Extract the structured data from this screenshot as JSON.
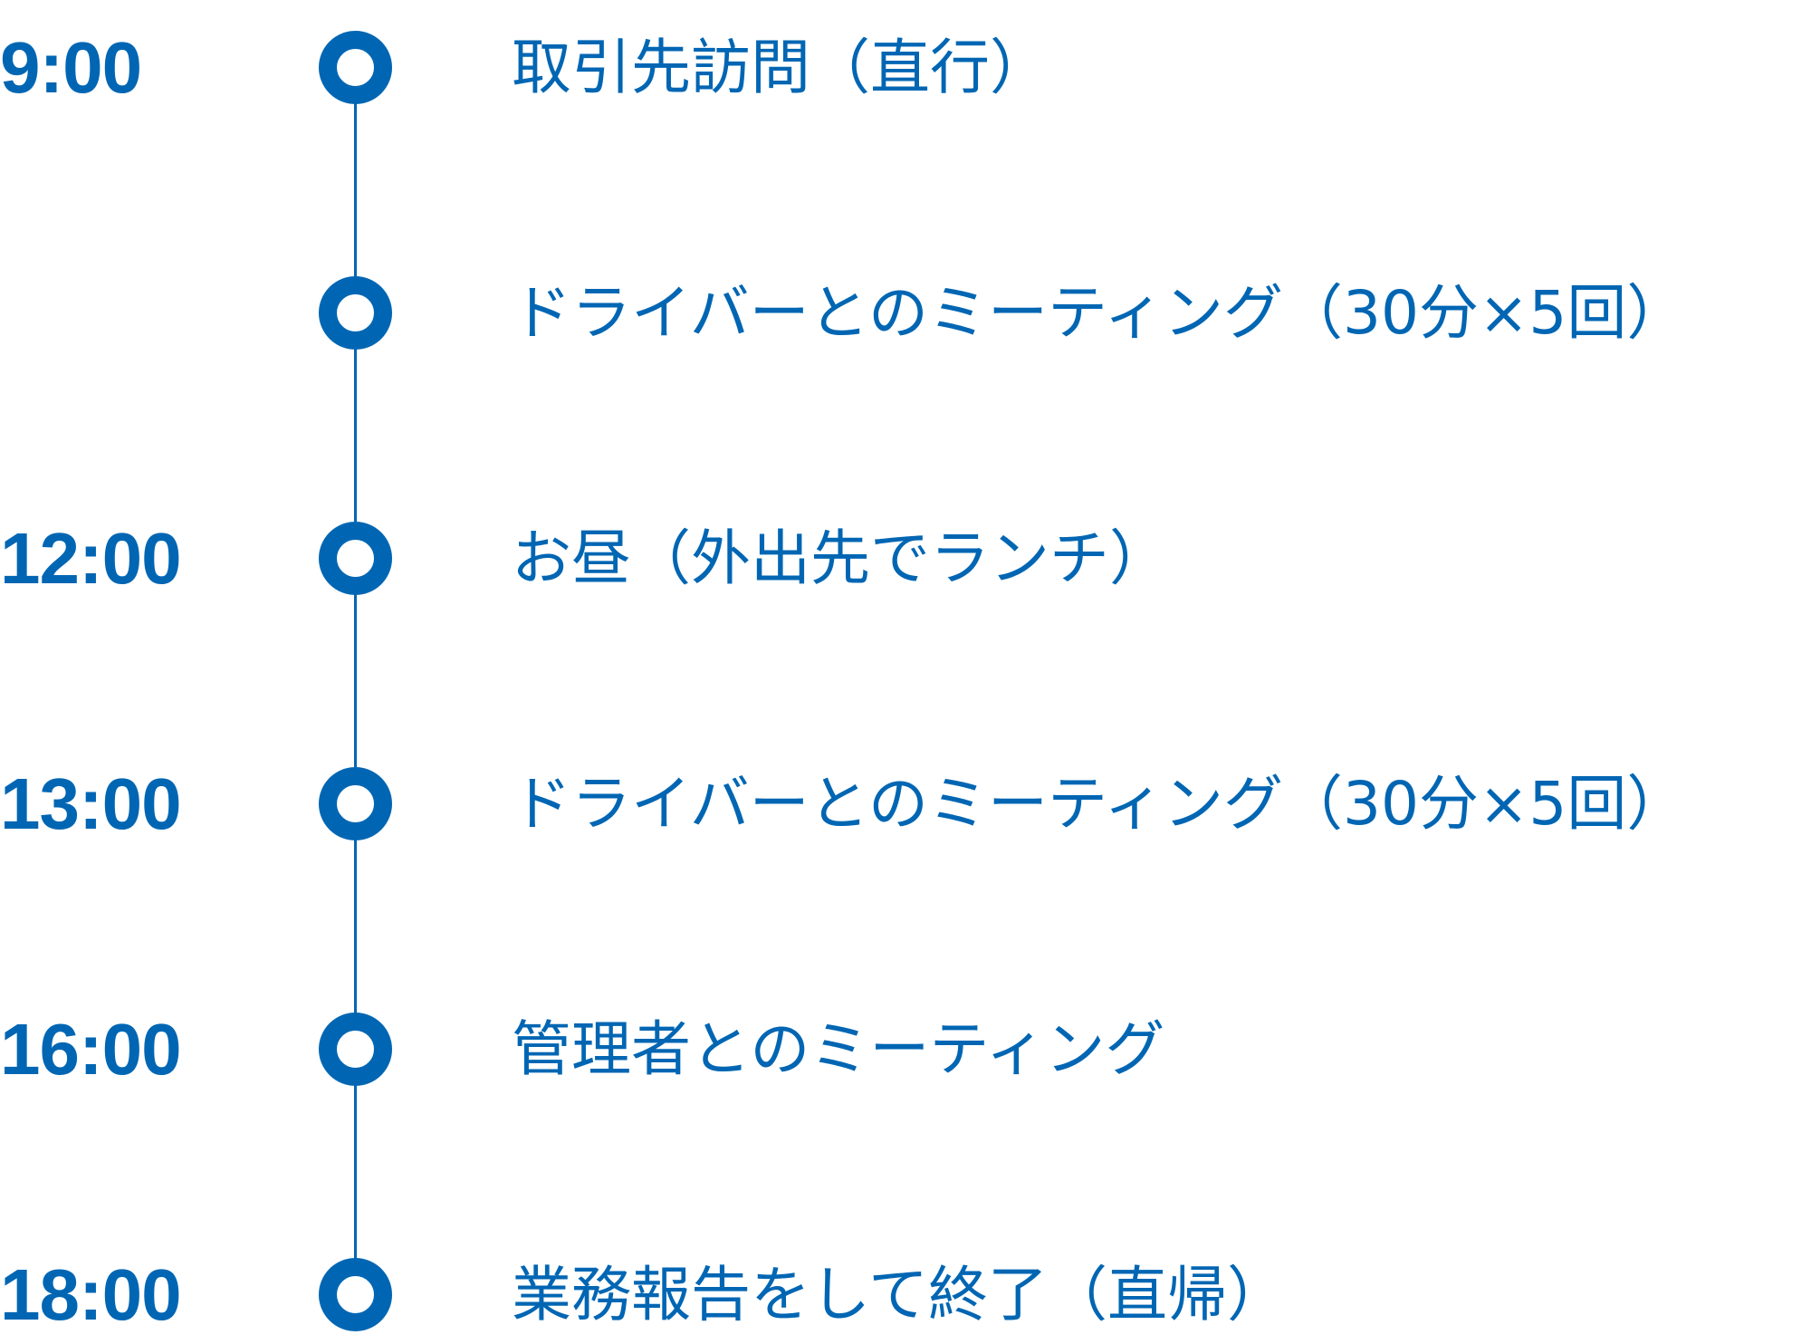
{
  "color": "#0066b3",
  "schedule": [
    {
      "time": "9:00",
      "label": "取引先訪問（直行）"
    },
    {
      "time": "",
      "label": "ドライバーとのミーティング（30分×5回）"
    },
    {
      "time": "12:00",
      "label": "お昼（外出先でランチ）"
    },
    {
      "time": "13:00",
      "label": "ドライバーとのミーティング（30分×5回）"
    },
    {
      "time": "16:00",
      "label": "管理者とのミーティング"
    },
    {
      "time": "18:00",
      "label": "業務報告をして終了（直帰）"
    }
  ]
}
